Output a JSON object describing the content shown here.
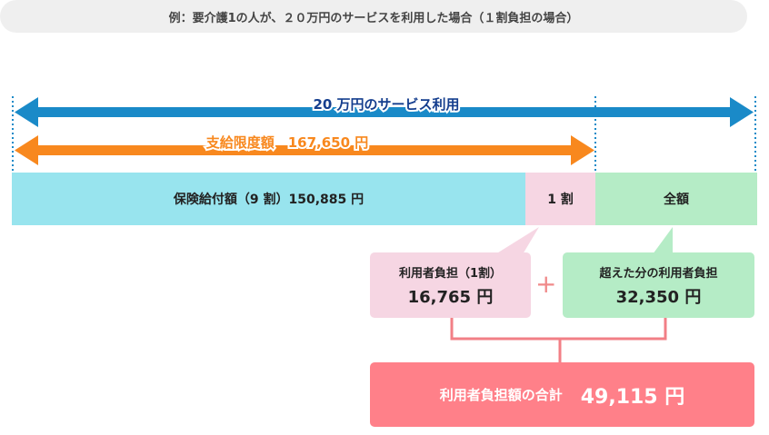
{
  "banner": "例：要介護1の人が、２０万円のサービスを利用した場合（１割負担の場合）",
  "arrows": {
    "total_service": "20 万円のサービス利用",
    "benefit_limit": "支給限度額　167,650 円"
  },
  "bar": {
    "insurance": "保険給付額（9 割）150,885 円",
    "one_tenth": "1 割",
    "full": "全額"
  },
  "boxes": {
    "copay_label": "利用者負担（1割）",
    "copay_value": "16,765 円",
    "plus": "+",
    "excess_label": "超えた分の利用者負担",
    "excess_value": "32,350 円",
    "total_label": "利用者負担額の合計",
    "total_value": "49,115 円"
  },
  "colors": {
    "blue": "#1a8ac8",
    "orange": "#f8881e",
    "cyan": "#98e4ee",
    "pink": "#f6d6e3",
    "green": "#b5ecc6",
    "red": "#ff8089"
  }
}
